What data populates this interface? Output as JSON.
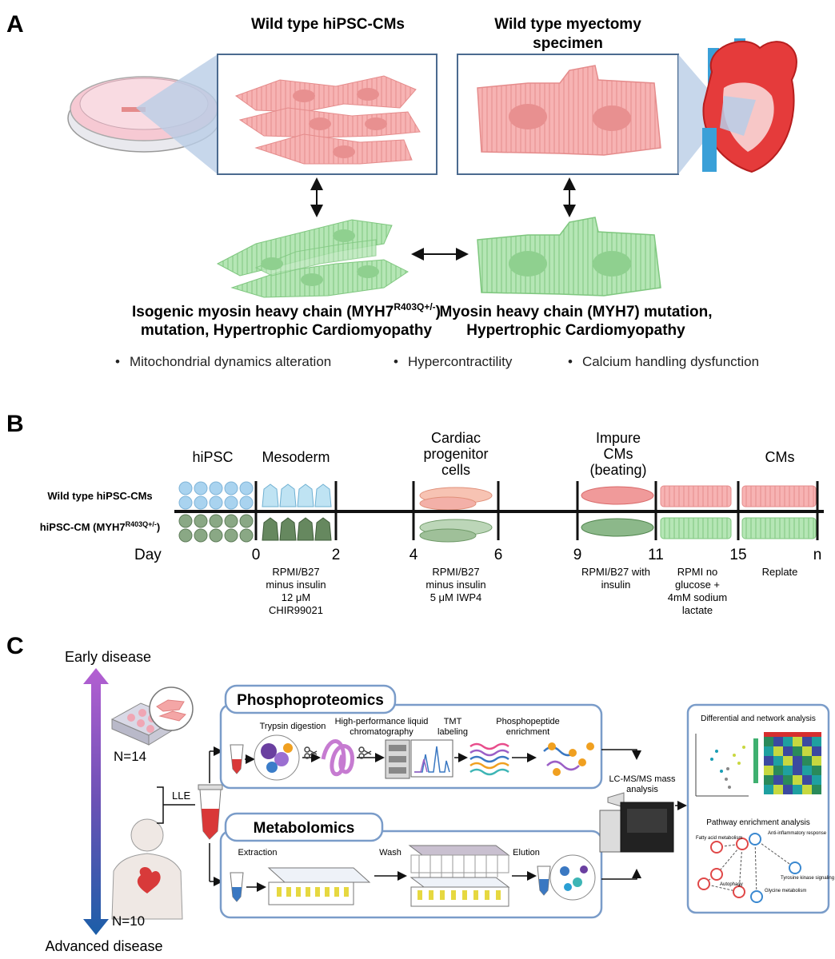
{
  "panelA": {
    "label": "A",
    "title_left": "Wild type hiPSC-CMs",
    "title_right_1": "Wild type myectomy",
    "title_right_2": "specimen",
    "mut_left_1": "Isogenic myosin heavy chain (MYH7",
    "mut_left_sup": "R403Q+/-",
    "mut_left_1b": ")",
    "mut_left_2": "mutation, Hypertrophic Cardiomyopathy",
    "mut_right_1": "Myosin heavy chain (MYH7) mutation,",
    "mut_right_2": "Hypertrophic Cardiomyopathy",
    "bullets": [
      "Mitochondrial dynamics alteration",
      "Hypercontractility",
      "Calcium handling dysfunction"
    ]
  },
  "panelB": {
    "label": "B",
    "stage_hipsc": "hiPSC",
    "stage_mesoderm": "Mesoderm",
    "stage_cpc_1": "Cardiac",
    "stage_cpc_2": "progenitor",
    "stage_cpc_3": "cells",
    "stage_impure_1": "Impure",
    "stage_impure_2": "CMs",
    "stage_impure_3": "(beating)",
    "stage_cms": "CMs",
    "row_wt": "Wild type hiPSC-CMs",
    "row_mut": "hiPSC-CM (MYH7",
    "row_mut_sup": "R403Q+/-",
    "row_mut_end": ")",
    "day_label": "Day",
    "days": [
      "0",
      "2",
      "4",
      "6",
      "9",
      "11",
      "15",
      "n"
    ],
    "med1": [
      "RPMI/B27",
      "minus insulin",
      "12 μM",
      "CHIR99021"
    ],
    "med2": [
      "RPMI/B27",
      "minus insulin",
      "5 μM IWP4"
    ],
    "med3": [
      "RPMI/B27 with",
      "insulin"
    ],
    "med4": [
      "RPMI no",
      "glucose +",
      "4mM sodium",
      "lactate"
    ],
    "med5": [
      "Replate"
    ]
  },
  "panelC": {
    "label": "C",
    "early": "Early disease",
    "advanced": "Advanced disease",
    "n14": "N=14",
    "n10": "N=10",
    "lle": "LLE",
    "phospho_title": "Phosphoproteomics",
    "metab_title": "Metabolomics",
    "trypsin": "Trypsin digestion",
    "hplc_1": "High-performance liquid",
    "hplc_2": "chromatography",
    "tmt_1": "TMT",
    "tmt_2": "labeling",
    "enrich_1": "Phosphopeptide",
    "enrich_2": "enrichment",
    "extraction": "Extraction",
    "wash": "Wash",
    "elution": "Elution",
    "lcms_1": "LC-MS/MS mass",
    "lcms_2": "analysis",
    "diff_title": "Differential and network analysis",
    "pathway_title": "Pathway enrichment analysis",
    "path_fatty": "Fatty acid metabolism",
    "path_antiinf": "Anti-inflammatory response",
    "path_tyrosine": "Tyrosine kinase signaling",
    "path_autophagy": "Autophagy",
    "path_glycine": "Glycine metabolism"
  },
  "colors": {
    "wt": "#f4a6a6",
    "mut": "#a8dea8",
    "accent_box": "#7a9cc9",
    "grad_top": "#b35fd0",
    "grad_bottom": "#1e5fa8"
  }
}
